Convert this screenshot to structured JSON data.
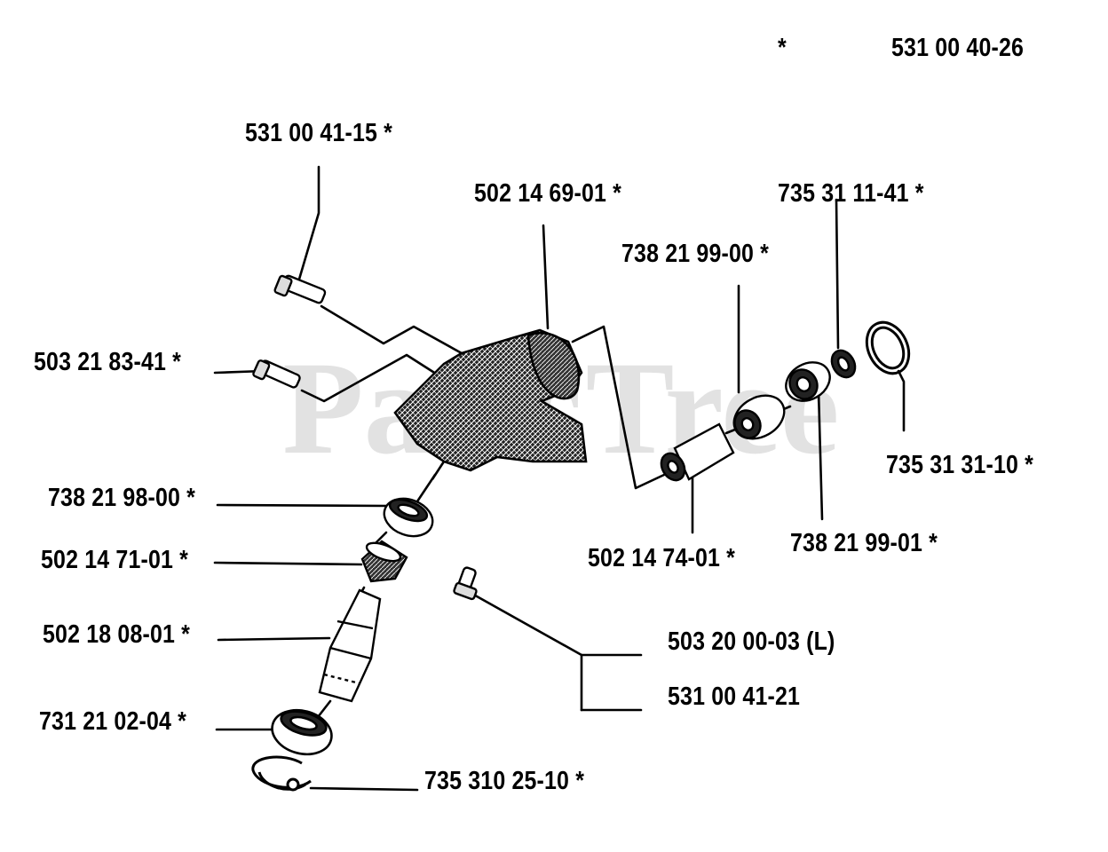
{
  "watermark": "PartsTree",
  "colors": {
    "ink": "#000000",
    "watermark": "#e2e2e2",
    "background": "#ffffff"
  },
  "header": {
    "star": "*",
    "kit_number": "531 00 40-26"
  },
  "parts": [
    {
      "id": "bolt-top",
      "label": "531 00 41-15  *"
    },
    {
      "id": "gear-housing",
      "label": "502 14 69-01  *"
    },
    {
      "id": "nut-small",
      "label": "735 31 11-41  *"
    },
    {
      "id": "bearing-top",
      "label": "738 21 99-00  *"
    },
    {
      "id": "bolt-left",
      "label": "503 21 83-41  *"
    },
    {
      "id": "circlip-right",
      "label": "735 31 31-10  *"
    },
    {
      "id": "bearing-lower",
      "label": "738 21 98-00 *"
    },
    {
      "id": "spindle",
      "label": "502 14 74-01  *"
    },
    {
      "id": "bearing-right",
      "label": "738 21 99-01  *"
    },
    {
      "id": "pinion",
      "label": "502 14 71-01  *"
    },
    {
      "id": "screw-l",
      "label": "503 20 00-03 (L)"
    },
    {
      "id": "shaft",
      "label": "502 18 08-01  *"
    },
    {
      "id": "screw-alt",
      "label": "531 00 41-21"
    },
    {
      "id": "bearing-bottom",
      "label": "731 21 02-04 *"
    },
    {
      "id": "circlip-bottom",
      "label": "735 310 25-10  *"
    }
  ]
}
